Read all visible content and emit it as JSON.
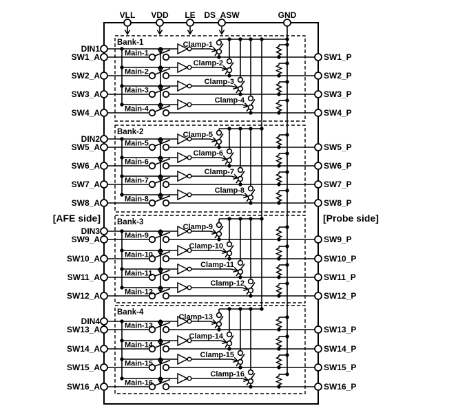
{
  "diagram": {
    "type": "circuit-schematic",
    "background": "#ffffff",
    "line_color": "#000000",
    "top_terminals": [
      "VLL",
      "VDD",
      "LE",
      "DS_ASW",
      "GND"
    ],
    "side_labels": {
      "left": "[AFE side]",
      "right": "[Probe side]"
    },
    "banks": [
      {
        "name": "Bank-1",
        "din_label": "DIN1",
        "channels": [
          {
            "input": "SW1_A",
            "main": "Main-1",
            "clamp": "Clamp-1",
            "output": "SW1_P"
          },
          {
            "input": "SW2_A",
            "main": "Main-2",
            "clamp": "Clamp-2",
            "output": "SW2_P"
          },
          {
            "input": "SW3_A",
            "main": "Main-3",
            "clamp": "Clamp-3",
            "output": "SW3_P"
          },
          {
            "input": "SW4_A",
            "main": "Main-4",
            "clamp": "Clamp-4",
            "output": "SW4_P"
          }
        ]
      },
      {
        "name": "Bank-2",
        "din_label": "DIN2",
        "channels": [
          {
            "input": "SW5_A",
            "main": "Main-5",
            "clamp": "Clamp-5",
            "output": "SW5_P"
          },
          {
            "input": "SW6_A",
            "main": "Main-6",
            "clamp": "Clamp-6",
            "output": "SW6_P"
          },
          {
            "input": "SW7_A",
            "main": "Main-7",
            "clamp": "Clamp-7",
            "output": "SW7_P"
          },
          {
            "input": "SW8_A",
            "main": "Main-8",
            "clamp": "Clamp-8",
            "output": "SW8_P"
          }
        ]
      },
      {
        "name": "Bank-3",
        "din_label": "DIN3",
        "channels": [
          {
            "input": "SW9_A",
            "main": "Main-9",
            "clamp": "Clamp-9",
            "output": "SW9_P"
          },
          {
            "input": "SW10_A",
            "main": "Main-10",
            "clamp": "Clamp-10",
            "output": "SW10_P"
          },
          {
            "input": "SW11_A",
            "main": "Main-11",
            "clamp": "Clamp-11",
            "output": "SW11_P"
          },
          {
            "input": "SW12_A",
            "main": "Main-12",
            "clamp": "Clamp-12",
            "output": "SW12_P"
          }
        ]
      },
      {
        "name": "Bank-4",
        "din_label": "DIN4",
        "channels": [
          {
            "input": "SW13_A",
            "main": "Main-13",
            "clamp": "Clamp-13",
            "output": "SW13_P"
          },
          {
            "input": "SW14_A",
            "main": "Main-14",
            "clamp": "Clamp-14",
            "output": "SW14_P"
          },
          {
            "input": "SW15_A",
            "main": "Main-15",
            "clamp": "Clamp-15",
            "output": "SW15_P"
          },
          {
            "input": "SW16_A",
            "main": "Main-16",
            "clamp": "Clamp-16",
            "output": "SW16_P"
          }
        ]
      }
    ]
  }
}
